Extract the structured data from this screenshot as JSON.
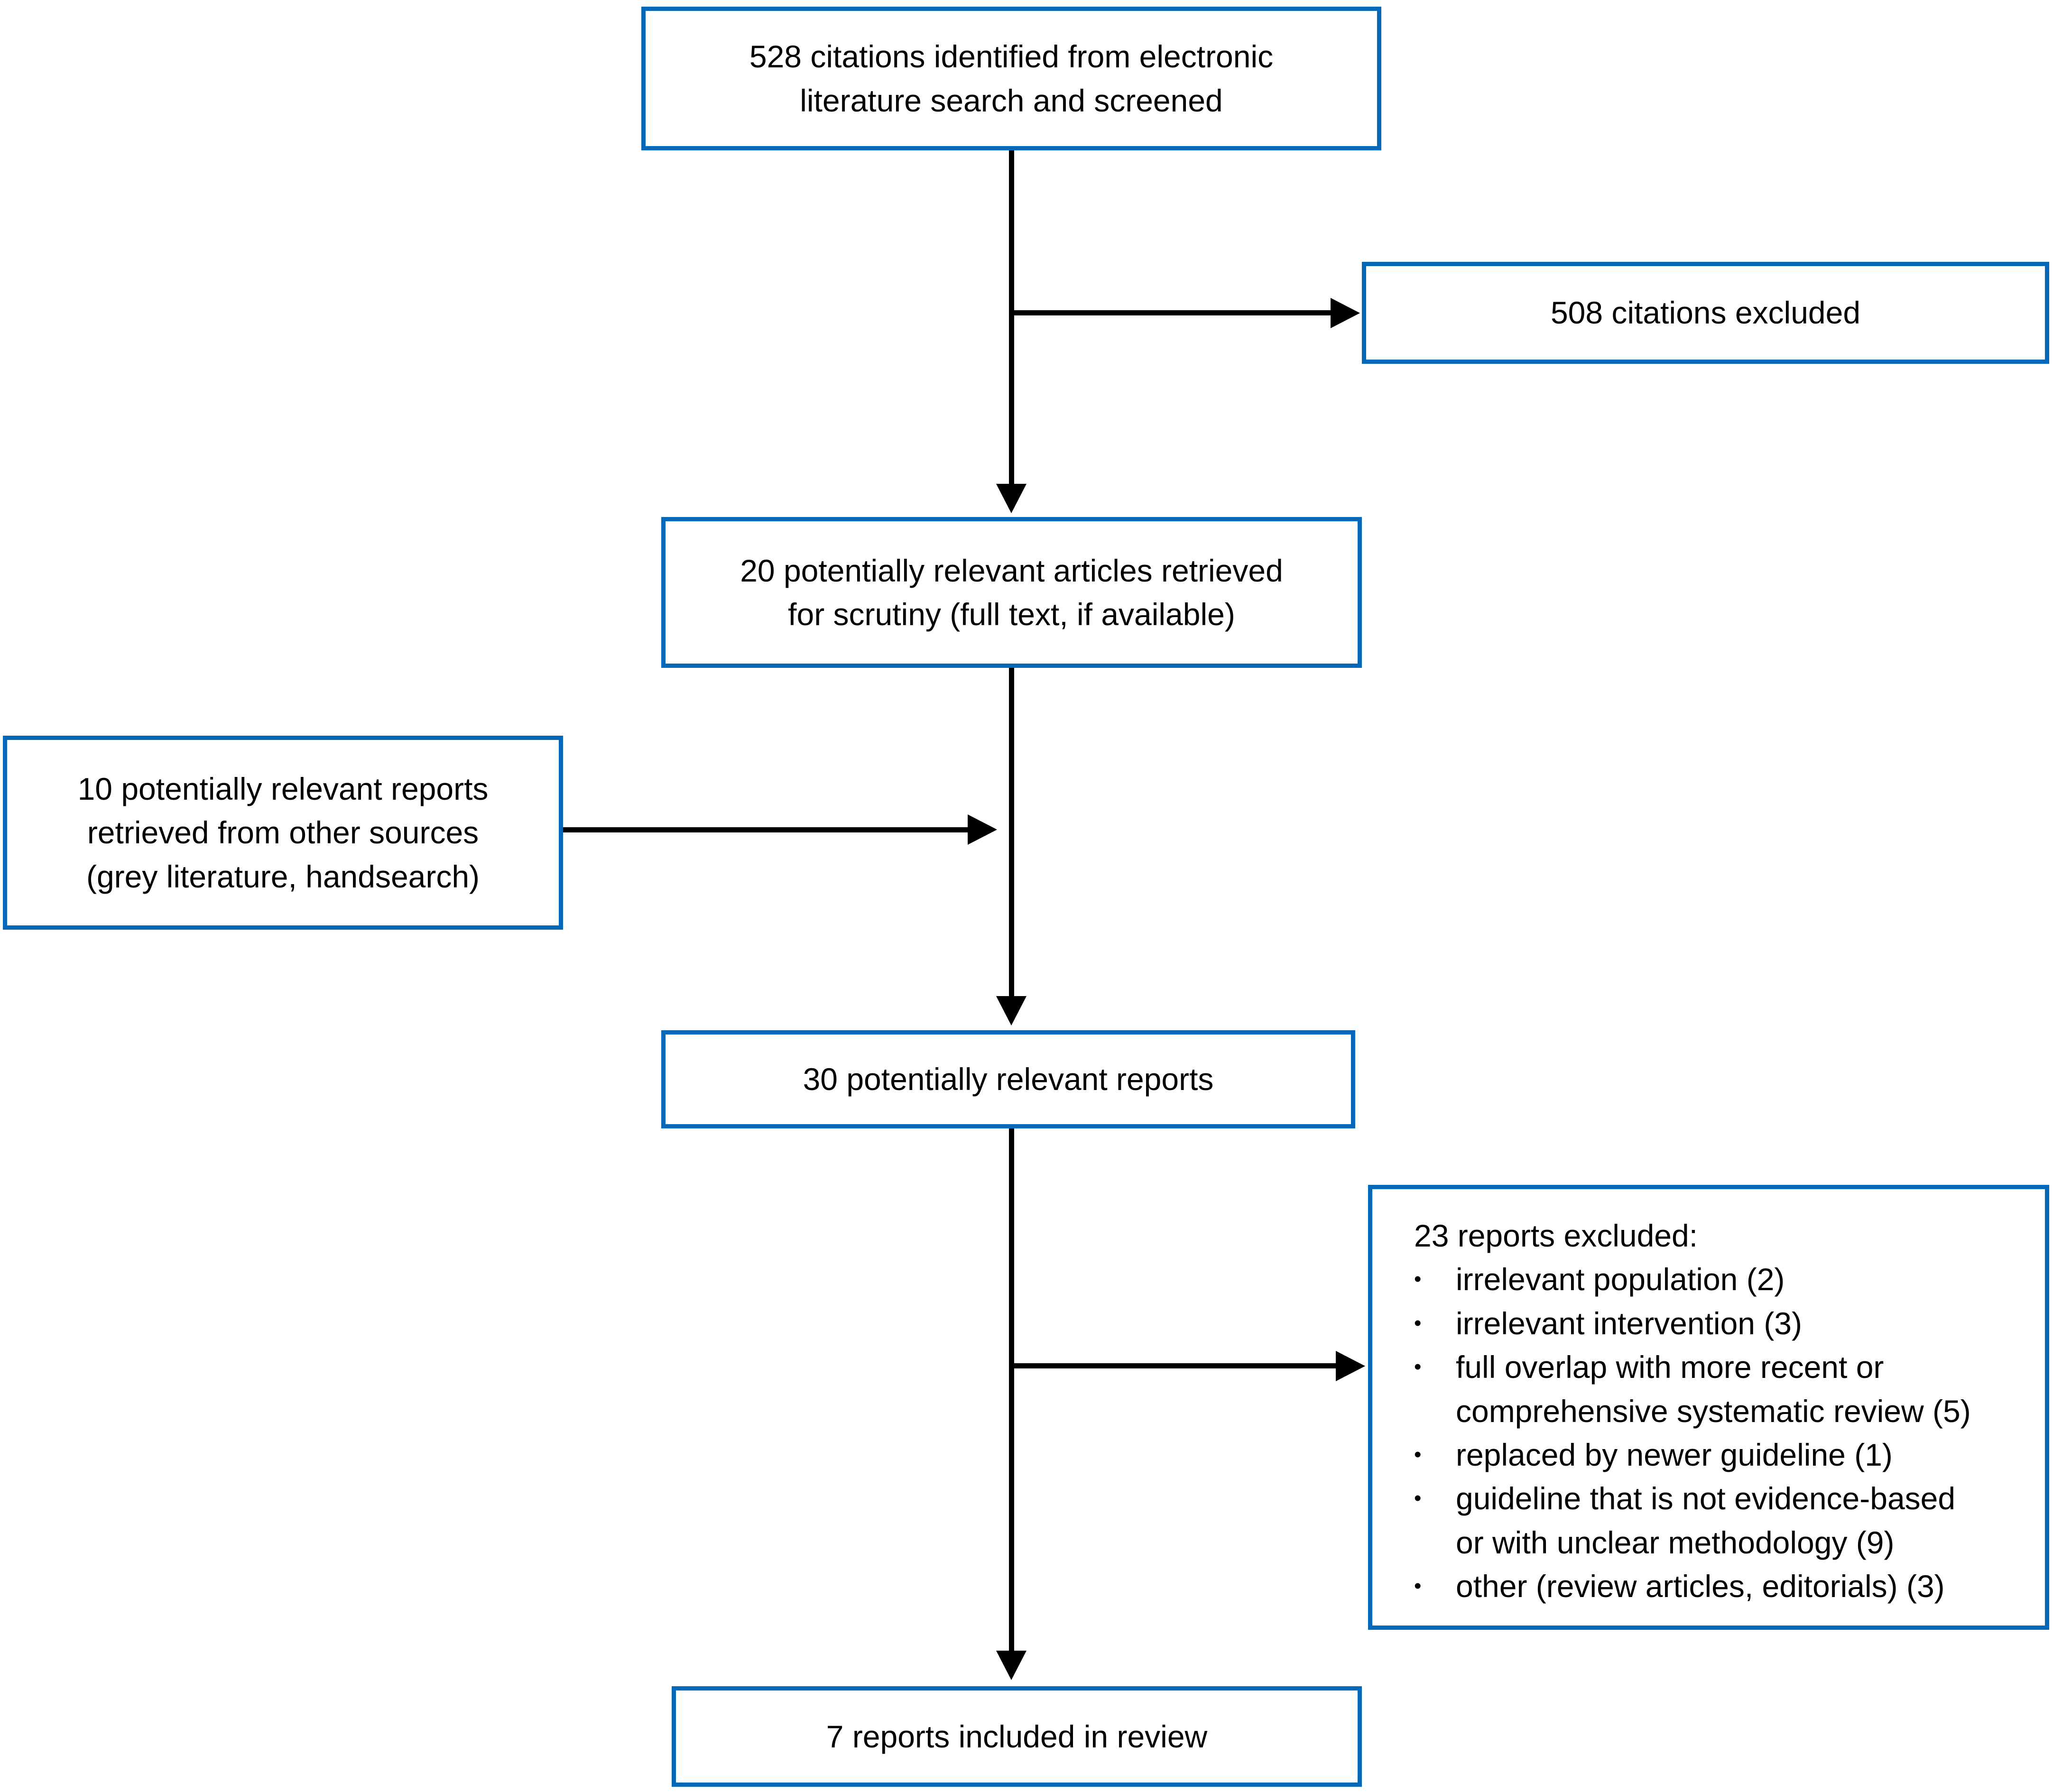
{
  "diagram": {
    "colors": {
      "box_border": "#0668b8",
      "box_fill": "#ffffff",
      "arrow": "#000000",
      "text": "#000000",
      "background": "#ffffff"
    },
    "boxes": {
      "identified": {
        "text": "528 citations identified from electronic\nliterature search and screened"
      },
      "excluded1": {
        "text": "508 citations excluded"
      },
      "retrieved": {
        "text": "20 potentially relevant articles retrieved\nfor scrutiny (full text, if available)"
      },
      "other_sources": {
        "text": "10 potentially relevant reports\nretrieved from other sources\n(grey literature, handsearch)"
      },
      "relevant": {
        "text": "30 potentially relevant reports"
      },
      "reports_excluded": {
        "title": "23 reports excluded:",
        "bullet_glyph": "•",
        "bullets": [
          "irrelevant population (2)",
          "irrelevant intervention (3)",
          "full overlap with more recent or\ncomprehensive systematic review (5)",
          "replaced by newer guideline (1)",
          "guideline that is not evidence-based\nor with unclear methodology (9)",
          "other (review articles, editorials) (3)"
        ]
      },
      "included": {
        "text": "7 reports included in review"
      }
    }
  }
}
